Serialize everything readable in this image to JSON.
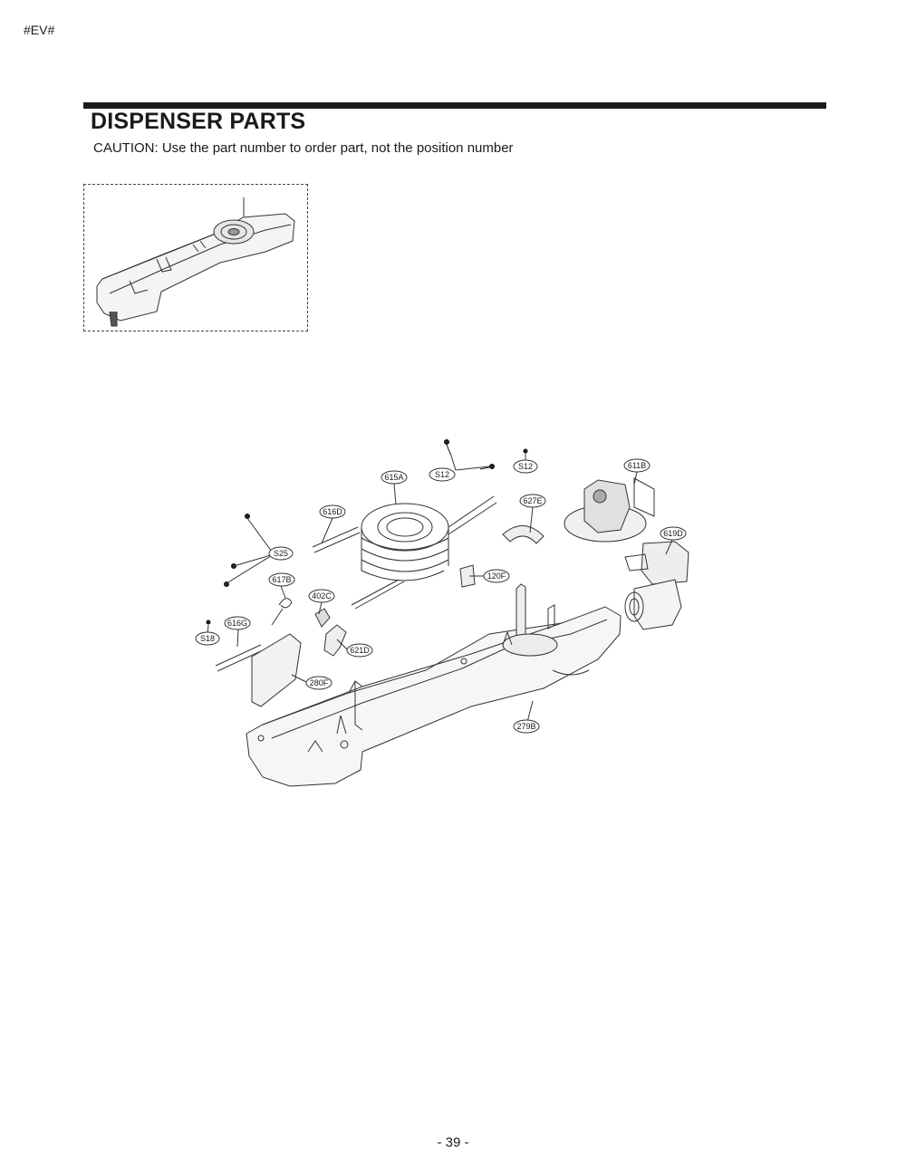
{
  "header": {
    "corner_code": "#EV#"
  },
  "page": {
    "title": "DISPENSER PARTS",
    "caution": "CAUTION: Use the part number to order part, not the position number",
    "page_number": "- 39 -"
  },
  "labels": {
    "s12_a": "S12",
    "s12_b": "S12",
    "p611b": "611B",
    "p615a": "615A",
    "p627e": "627E",
    "p616d": "616D",
    "p619d": "619D",
    "s25": "S25",
    "p120f": "120F",
    "p617b": "617B",
    "p402c": "402C",
    "p616g": "616G",
    "s18": "S18",
    "p621d": "621D",
    "p280f": "280F",
    "p279b": "279B"
  }
}
